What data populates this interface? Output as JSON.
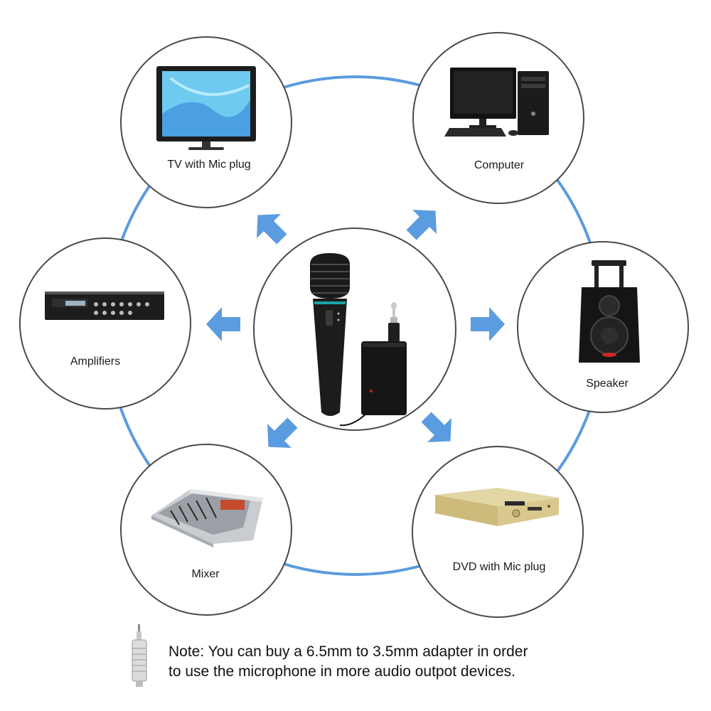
{
  "colors": {
    "ring": "#5b9bdf",
    "arrow": "#5b9bdf",
    "node_border": "#4a4a4a"
  },
  "center": {
    "device": "wireless-microphone-with-receiver"
  },
  "nodes": {
    "tv": {
      "label": "TV with Mic plug",
      "icon": "tv-icon"
    },
    "computer": {
      "label": "Computer",
      "icon": "computer-icon"
    },
    "amplifiers": {
      "label": "Amplifiers",
      "icon": "amplifier-icon"
    },
    "speaker": {
      "label": "Speaker",
      "icon": "speaker-icon"
    },
    "mixer": {
      "label": "Mixer",
      "icon": "mixer-icon"
    },
    "dvd": {
      "label": "DVD with Mic plug",
      "icon": "dvd-player-icon"
    }
  },
  "note": {
    "line1": "Note: You can buy a 6.5mm to 3.5mm adapter in order",
    "line2": "to use the microphone in more audio outpot devices."
  }
}
